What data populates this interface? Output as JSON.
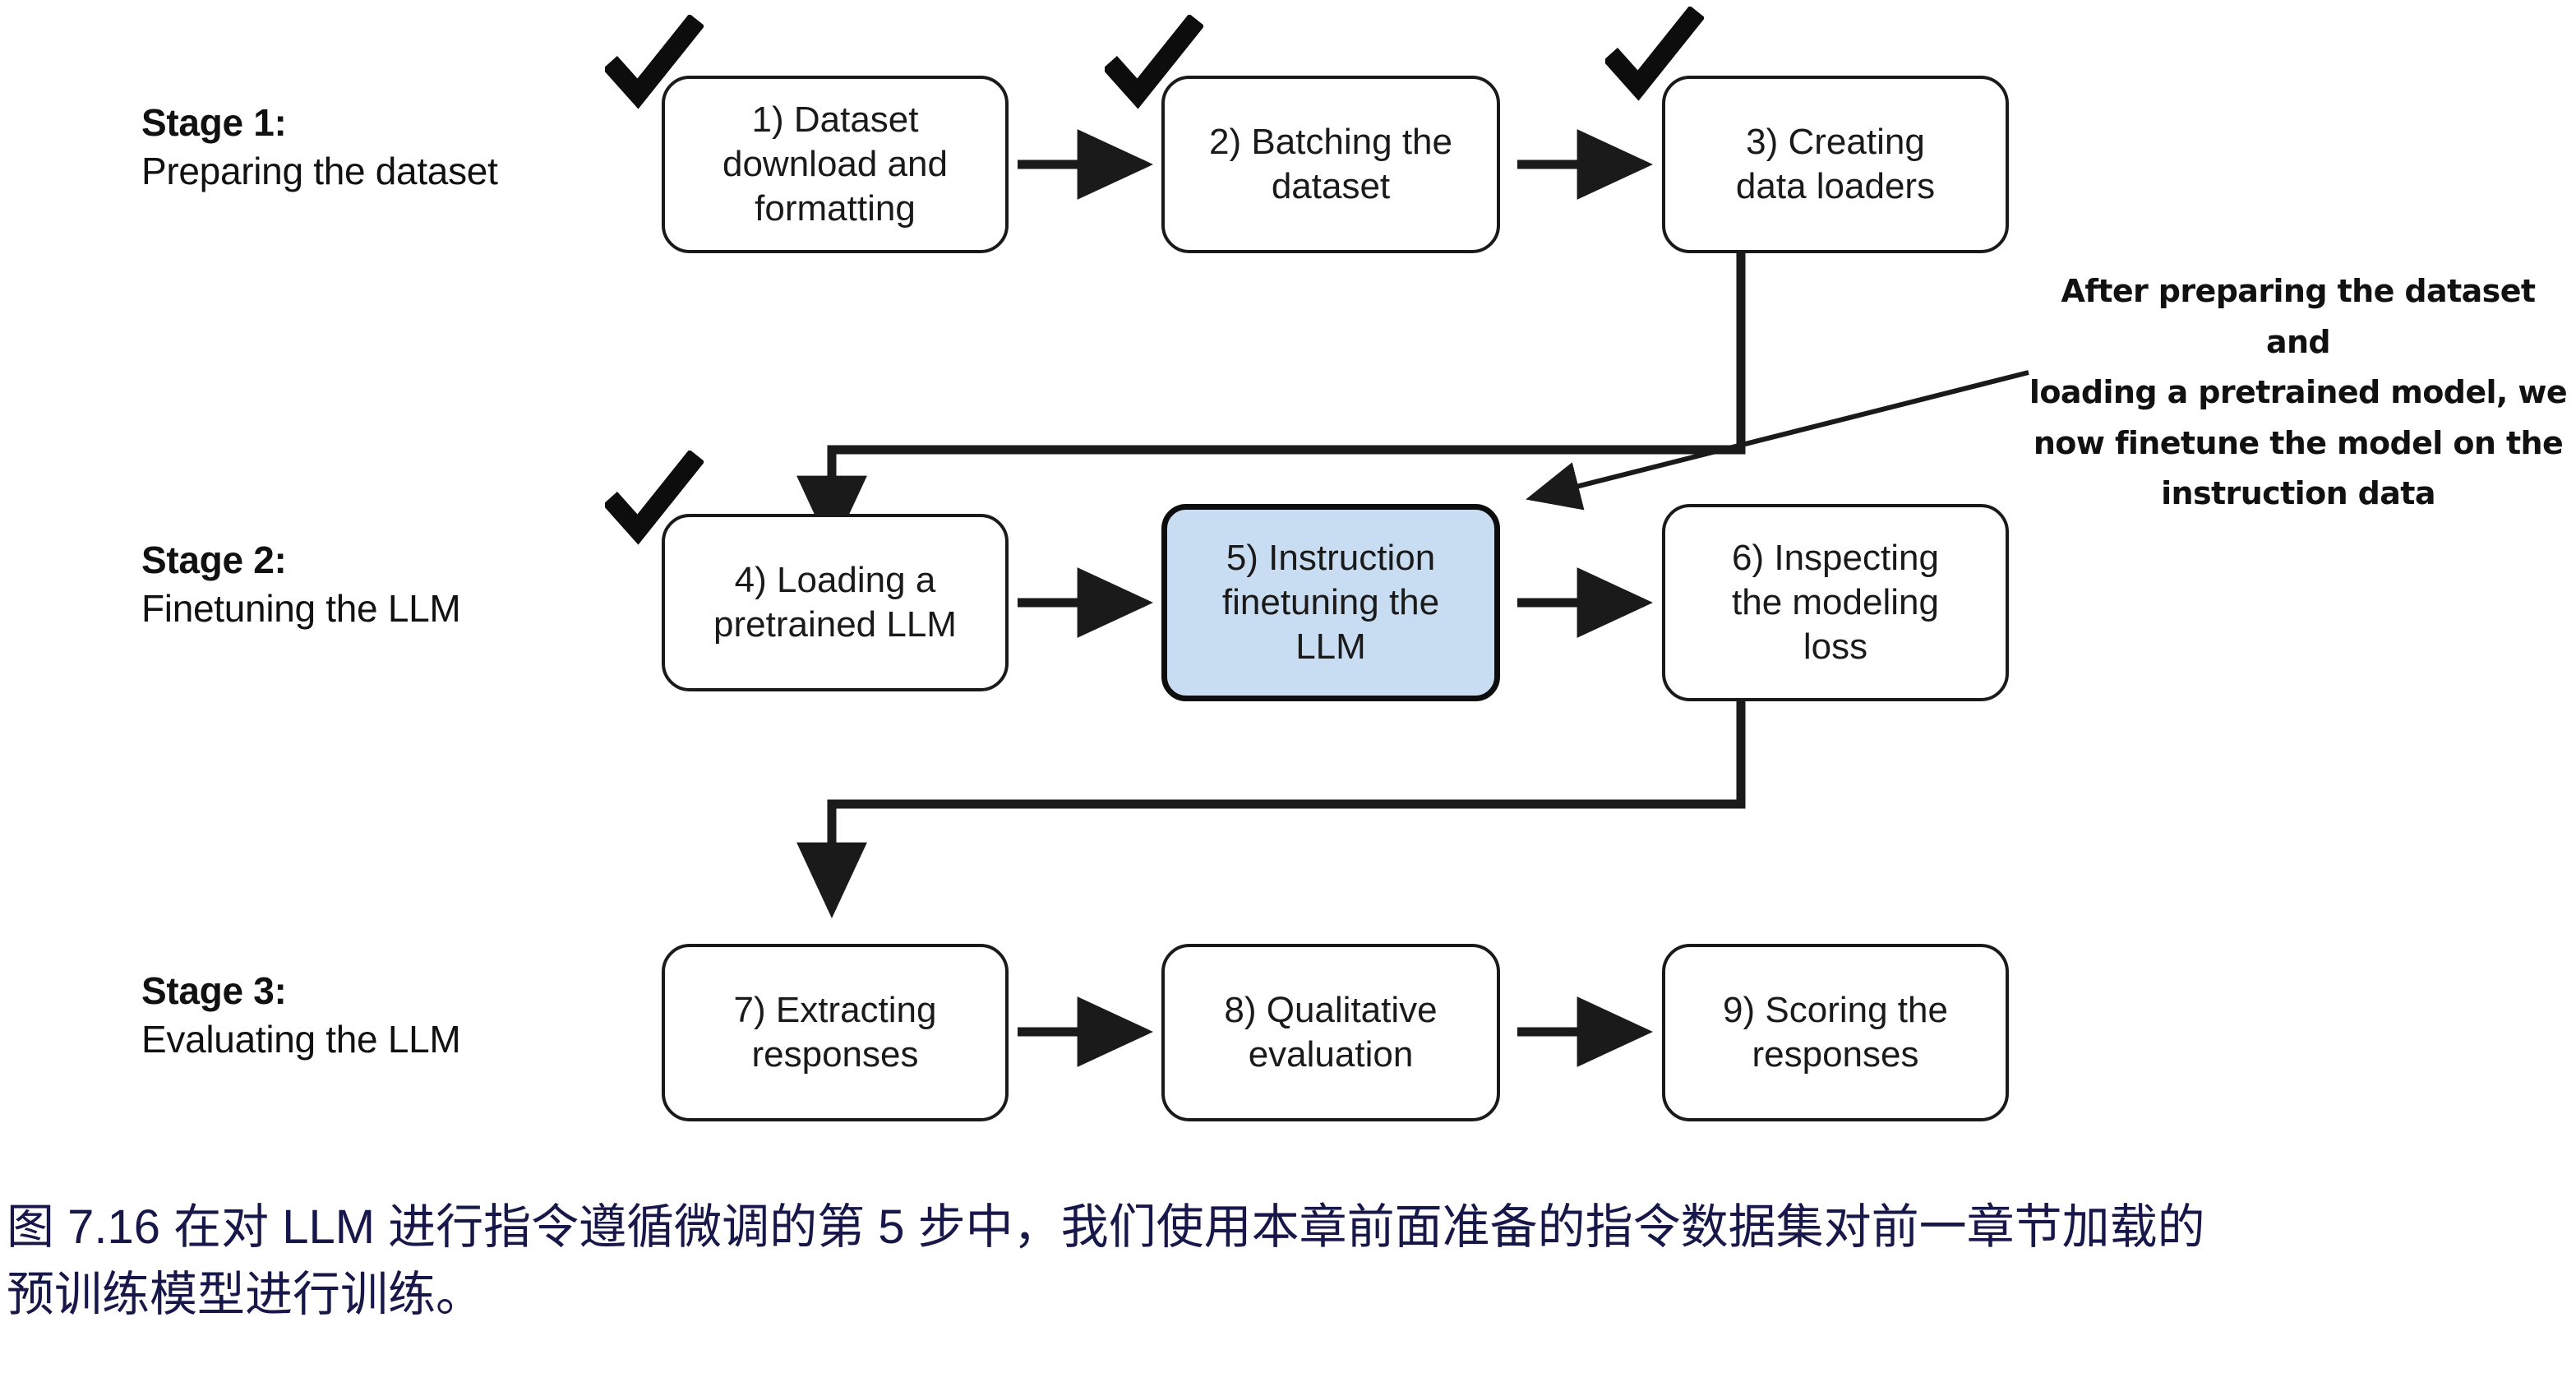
{
  "diagram": {
    "title_number": "7.16",
    "stages": [
      {
        "id": "stage-1",
        "title": "Stage 1:",
        "subtitle": "Preparing the dataset"
      },
      {
        "id": "stage-2",
        "title": "Stage 2:",
        "subtitle": "Finetuning the LLM"
      },
      {
        "id": "stage-3",
        "title": "Stage 3:",
        "subtitle": "Evaluating the LLM"
      }
    ],
    "nodes": [
      {
        "id": "node-1",
        "line1": "1) Dataset",
        "line2": "download and",
        "line3": "formatting",
        "checked": true,
        "highlighted": false
      },
      {
        "id": "node-2",
        "line1": "2) Batching the",
        "line2": "dataset",
        "line3": "",
        "checked": true,
        "highlighted": false
      },
      {
        "id": "node-3",
        "line1": "3) Creating",
        "line2": "data loaders",
        "line3": "",
        "checked": true,
        "highlighted": false
      },
      {
        "id": "node-4",
        "line1": "4) Loading a",
        "line2": "pretrained LLM",
        "line3": "",
        "checked": true,
        "highlighted": false
      },
      {
        "id": "node-5",
        "line1": "5) Instruction",
        "line2": "finetuning the",
        "line3": "LLM",
        "checked": false,
        "highlighted": true
      },
      {
        "id": "node-6",
        "line1": "6) Inspecting",
        "line2": "the modeling",
        "line3": "loss",
        "checked": false,
        "highlighted": false
      },
      {
        "id": "node-7",
        "line1": "7) Extracting",
        "line2": "responses",
        "line3": "",
        "checked": false,
        "highlighted": false
      },
      {
        "id": "node-8",
        "line1": "8) Qualitative",
        "line2": "evaluation",
        "line3": "",
        "checked": false,
        "highlighted": false
      },
      {
        "id": "node-9",
        "line1": "9) Scoring the",
        "line2": "responses",
        "line3": "",
        "checked": false,
        "highlighted": false
      }
    ],
    "annotation": {
      "line1": "After preparing the dataset and",
      "line2": "loading a pretrained model, we",
      "line3": "now finetune the model on the",
      "line4": "instruction data"
    }
  },
  "caption": {
    "line1": "图 7.16 在对 LLM 进行指令遵循微调的第 5 步中，我们使用本章前面准备的指令数据集对前一章节加载的",
    "line2": "预训练模型进行训练。"
  },
  "colors": {
    "ink": "#1a1a1a",
    "highlight_fill": "#c9ddf2",
    "caption_text": "#17174a",
    "background": "#ffffff"
  }
}
